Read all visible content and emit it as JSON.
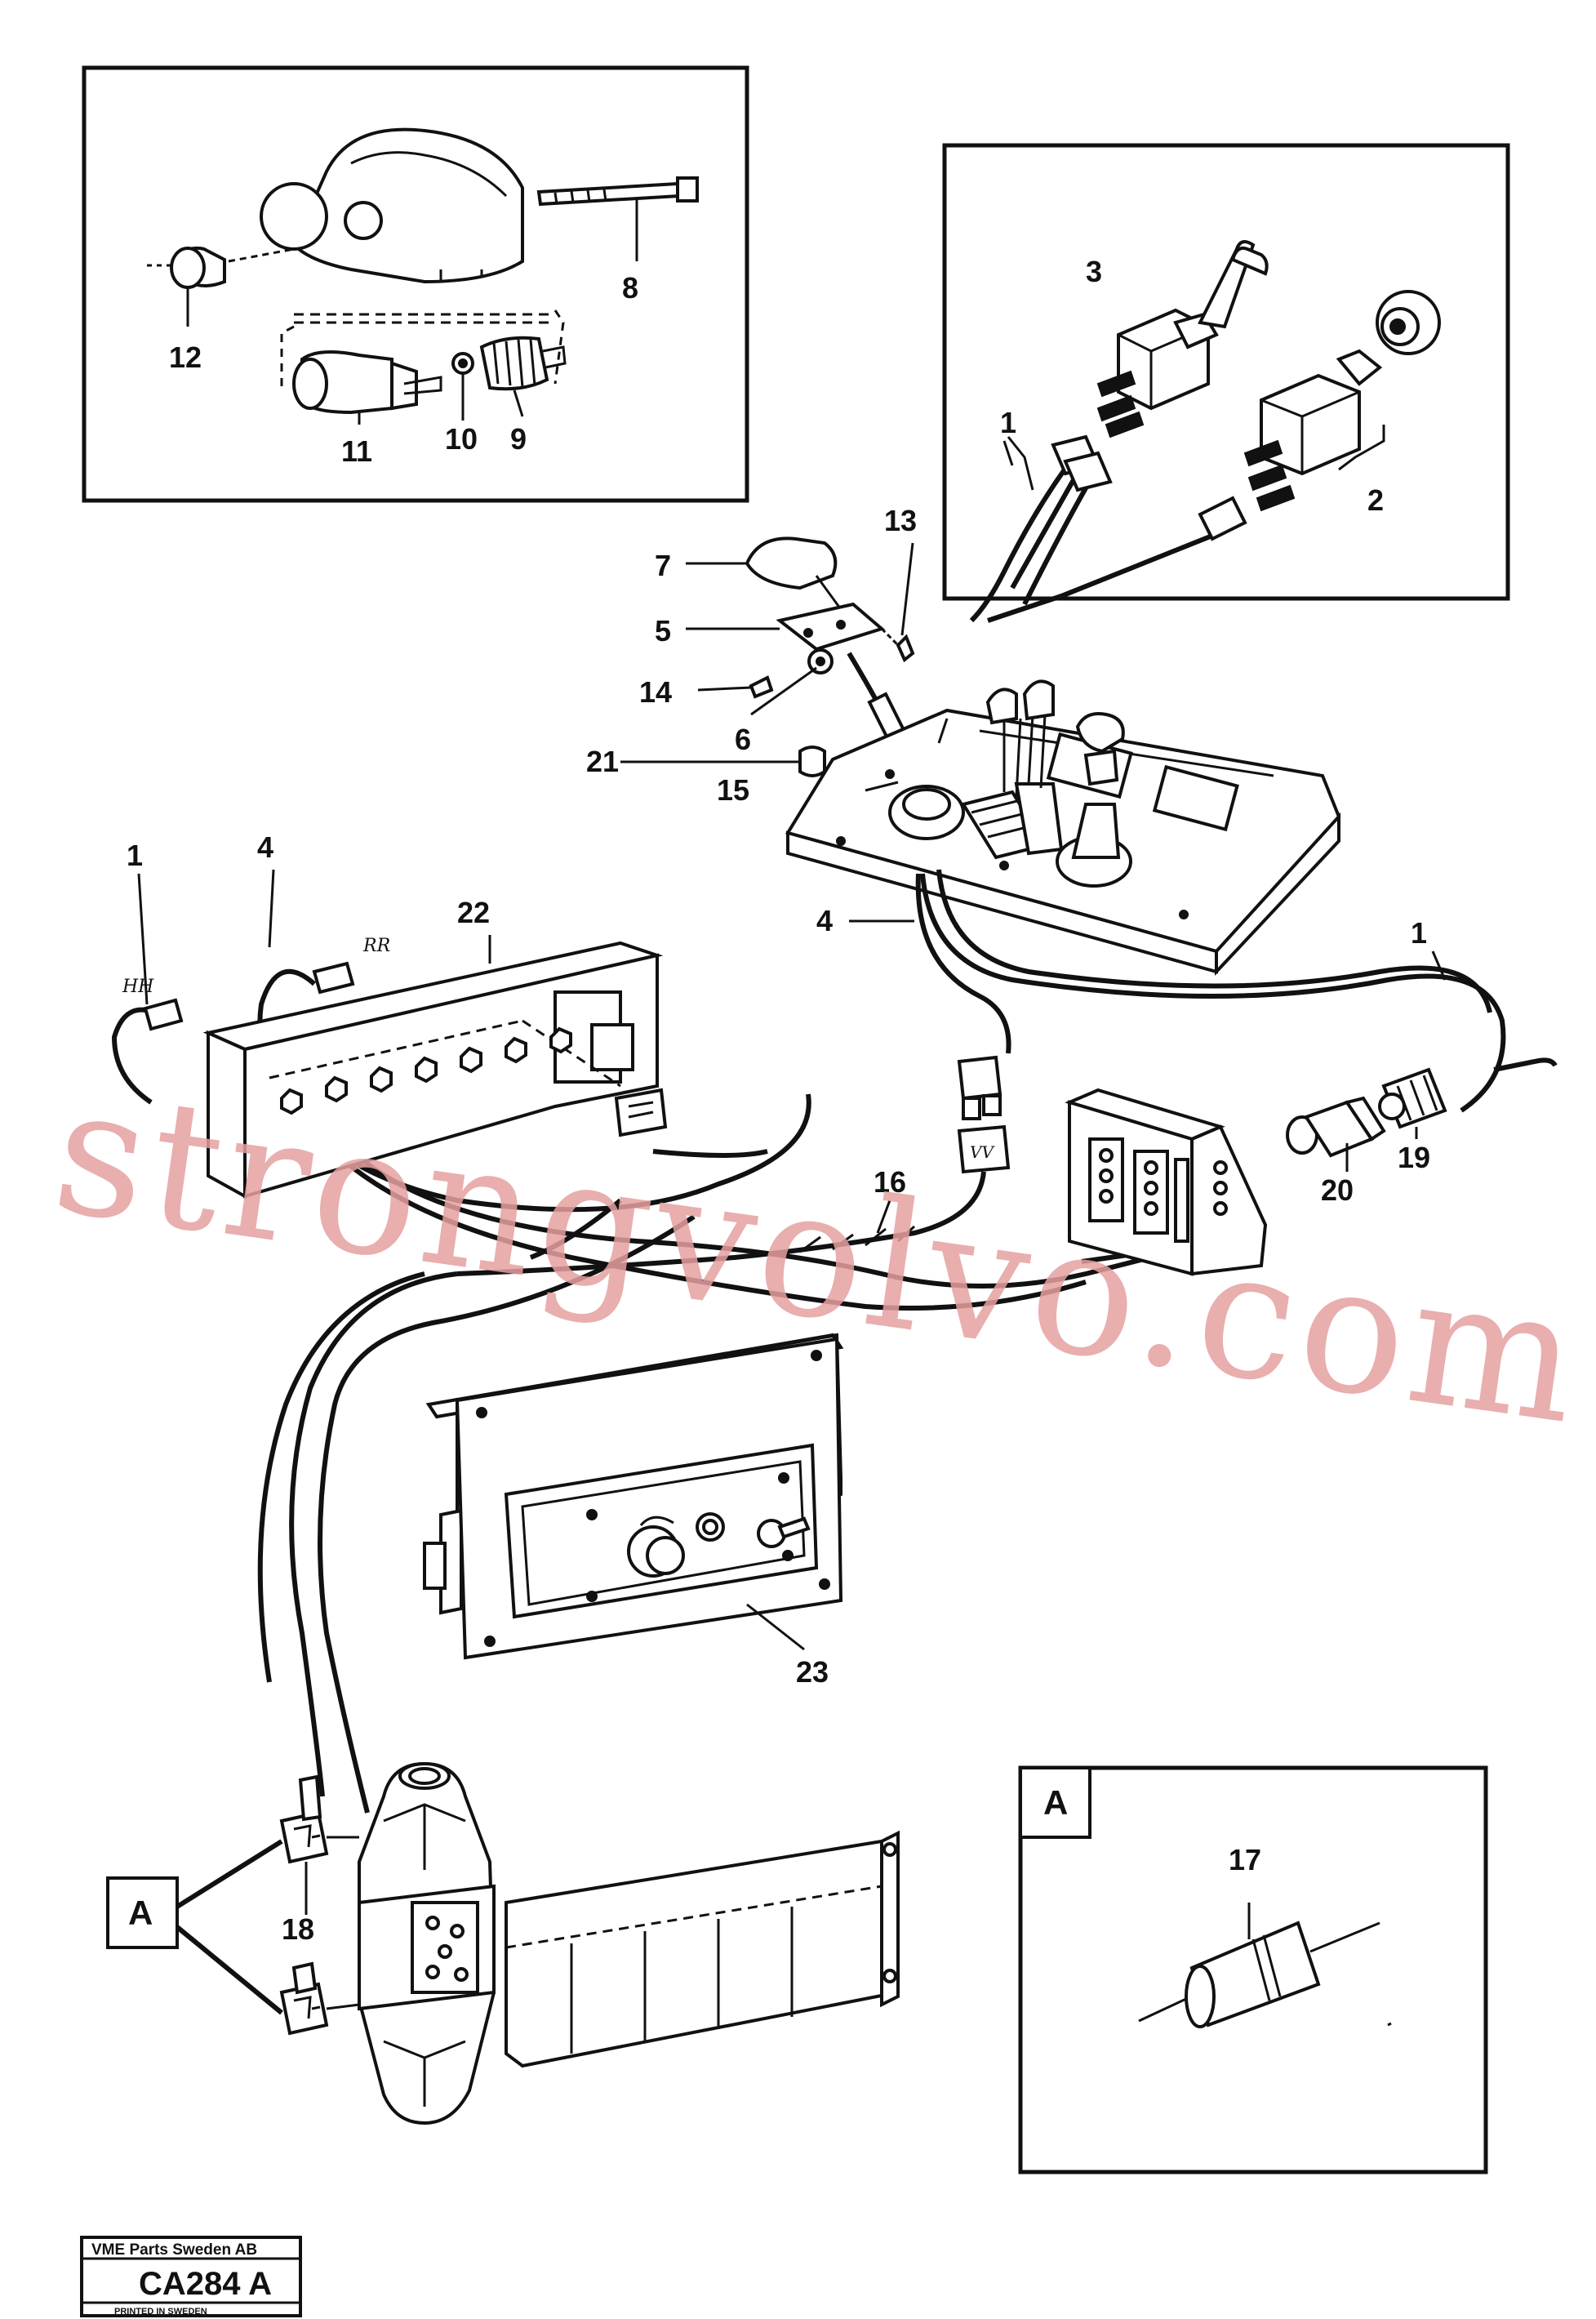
{
  "watermark": "strongvolvo.com",
  "callouts": [
    "1",
    "2",
    "3",
    "4",
    "5",
    "6",
    "7",
    "8",
    "9",
    "10",
    "11",
    "12",
    "13",
    "14",
    "15",
    "16",
    "17",
    "18",
    "19",
    "20",
    "21",
    "22",
    "23"
  ],
  "wire_marks": {
    "hh": "HH",
    "rr": "RR",
    "vv": "VV"
  },
  "detail_ref": "A",
  "stamp": {
    "company": "VME Parts Sweden AB",
    "code": "CA284 A",
    "printed": "PRINTED IN SWEDEN"
  }
}
